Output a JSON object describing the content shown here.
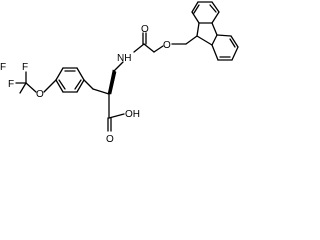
{
  "structure": {
    "labels": {
      "nh": "NH",
      "ester_o": "O",
      "carbonyl_o": "O",
      "oh": "OH",
      "acid_o": "O",
      "ether_o": "O",
      "f_top": "F",
      "f_mid": "F",
      "f_left": "F"
    }
  }
}
